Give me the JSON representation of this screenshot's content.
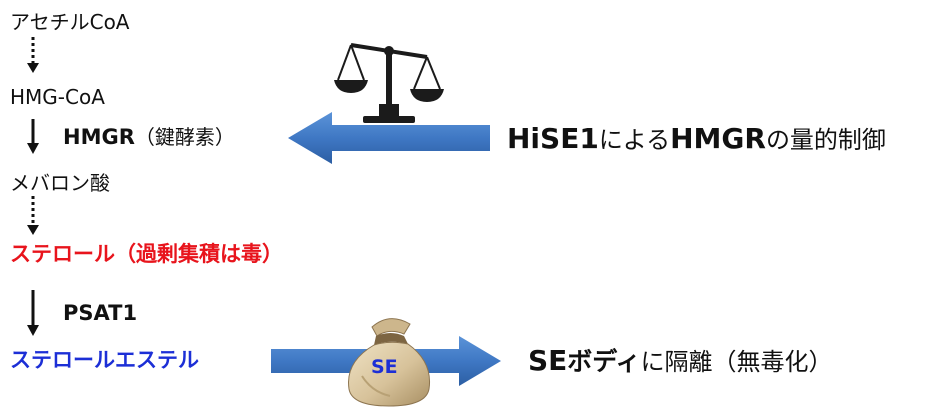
{
  "pathway": {
    "acetyl_coa": "アセチルCoA",
    "hmg_coa": "HMG-CoA",
    "hmgr_enzyme": "HMGR",
    "hmgr_note": "（鍵酵素）",
    "mevalonate": "メバロン酸",
    "sterol": "ステロール（過剰集積は毒）",
    "psat1": "PSAT1",
    "sterol_ester": "ステロールエステル"
  },
  "right": {
    "hise1_control_a": "HiSE1",
    "hise1_control_b": "による",
    "hise1_control_c": "HMGR",
    "hise1_control_d": "の量的制御",
    "se_body_a": "SE",
    "se_body_b": "ボディ",
    "se_body_c": "に隔離（無毒化）"
  },
  "icons": {
    "scale": "balance-scale-icon",
    "sack": "money-sack-icon",
    "sack_label": "SE"
  },
  "colors": {
    "sterol_red": "#e8141c",
    "ester_blue": "#1c2fd6",
    "arrow_blue": "#3f78c4",
    "text_dark": "#111111"
  }
}
